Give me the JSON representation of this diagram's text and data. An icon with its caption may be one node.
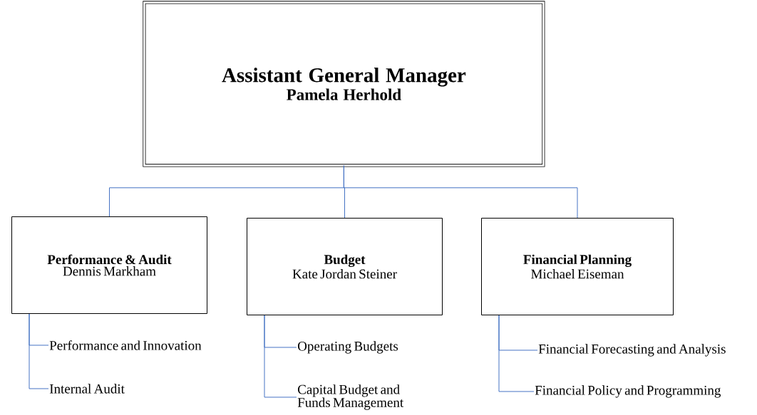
{
  "diagram": {
    "nodes": [
      {
        "text": [
          "Assistant General Manager",
          "Pamela Herhold"
        ]
      },
      {
        "text": [
          "Performance & Audit",
          "Dennis Markham"
        ]
      },
      {
        "text": [
          "Budget",
          "Kate Jordan Steiner"
        ]
      },
      {
        "text": [
          "Financial Planning",
          "Michael Eiseman"
        ]
      },
      {
        "text": [
          "Performance and Innovation"
        ]
      },
      {
        "text": [
          "Internal Audit"
        ]
      },
      {
        "text": [
          "Operating Budgets"
        ]
      },
      {
        "text": [
          "Capital Budget and Funds Management"
        ]
      },
      {
        "text": [
          "Financial Forecasting and Analysis"
        ]
      },
      {
        "text": [
          "Financial Policy and Programming"
        ]
      }
    ],
    "edges": [
      {
        "from": 0,
        "to": 1,
        "arrow": "none"
      },
      {
        "from": 0,
        "to": 2,
        "arrow": "none"
      },
      {
        "from": 0,
        "to": 3,
        "arrow": "none"
      },
      {
        "from": 1,
        "to": 4,
        "arrow": "none"
      },
      {
        "from": 1,
        "to": 5,
        "arrow": "none"
      },
      {
        "from": 2,
        "to": 6,
        "arrow": "none"
      },
      {
        "from": 2,
        "to": 7,
        "arrow": "none"
      },
      {
        "from": 3,
        "to": 8,
        "arrow": "none"
      },
      {
        "from": 3,
        "to": 9,
        "arrow": "none"
      }
    ]
  }
}
